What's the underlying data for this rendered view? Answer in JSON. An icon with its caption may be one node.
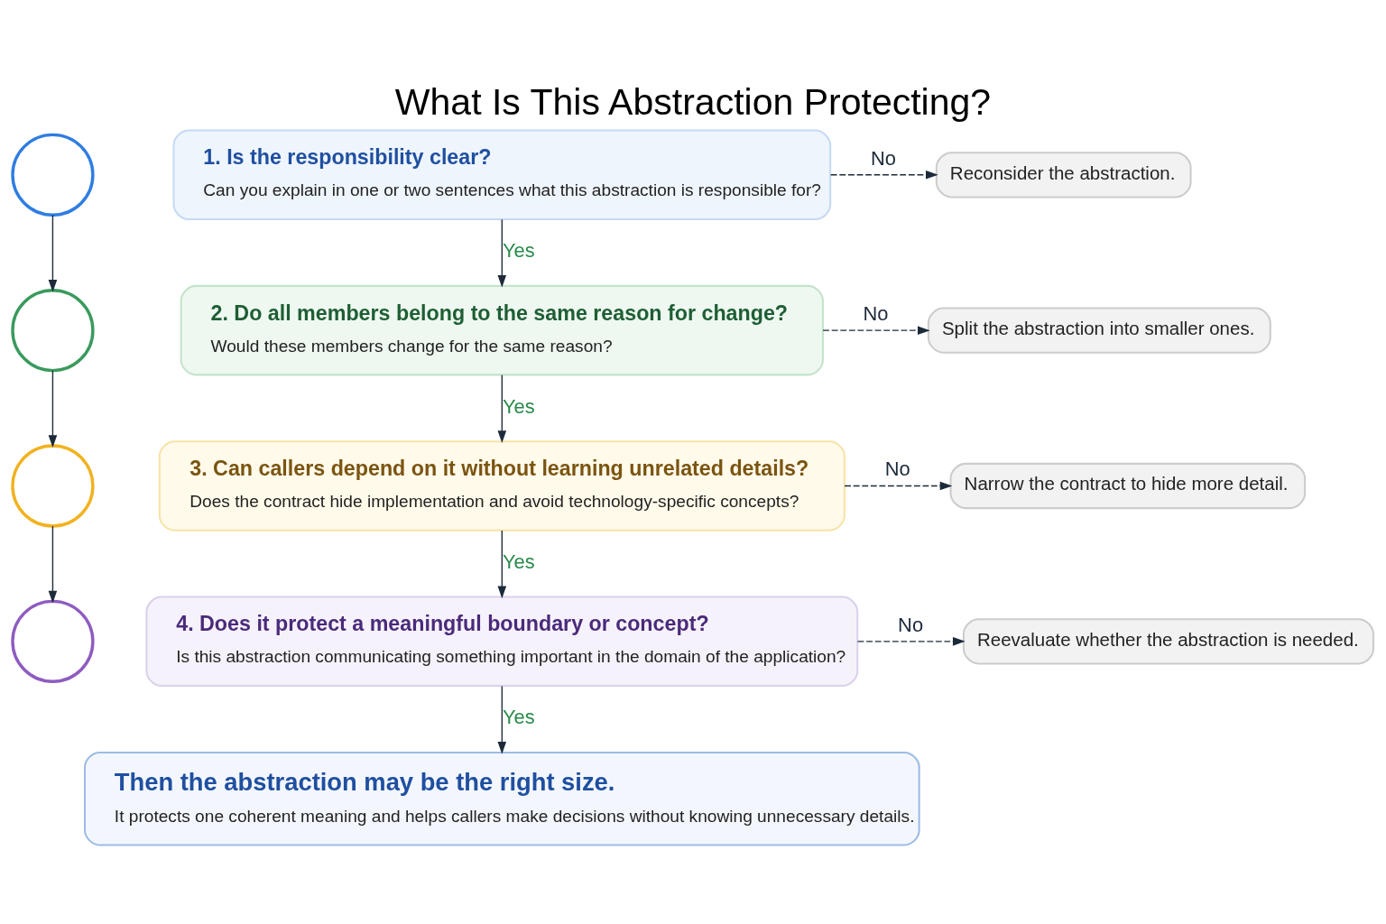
{
  "diagram": {
    "title": "What Is This Abstraction Protecting?",
    "nodes": [
      {
        "text": [],
        "shape": "circle"
      },
      {
        "text": [
          "1. Is the responsibility clear?",
          "Can you explain in one or two sentences what this abstraction is responsible for?"
        ]
      },
      {
        "text": [
          "Reconsider the abstraction."
        ]
      },
      {
        "text": [],
        "shape": "circle"
      },
      {
        "text": [
          "2. Do all members belong to the same reason for change?",
          "Would these members change for the same reason?"
        ]
      },
      {
        "text": [
          "Split the abstraction into smaller ones."
        ]
      },
      {
        "text": [],
        "shape": "circle"
      },
      {
        "text": [
          "3. Can callers depend on it without learning unrelated details?",
          "Does the contract hide implementation and avoid technology-specific concepts?"
        ]
      },
      {
        "text": [
          "Narrow the contract to hide more detail."
        ]
      },
      {
        "text": [],
        "shape": "circle"
      },
      {
        "text": [
          "4. Does it protect a meaningful boundary or concept?",
          "Is this abstraction communicating something important in the domain of the application?"
        ]
      },
      {
        "text": [
          "Reevaluate whether the abstraction is needed."
        ]
      },
      {
        "text": [
          "Then the abstraction may be the right size.",
          "It protects one coherent meaning and helps callers make decisions without knowing unnecessary details."
        ]
      }
    ],
    "edges": [
      {
        "from": 0,
        "to": 3,
        "arrow": "to"
      },
      {
        "from": 3,
        "to": 6,
        "arrow": "to"
      },
      {
        "from": 6,
        "to": 9,
        "arrow": "to"
      },
      {
        "from": 1,
        "to": 2,
        "arrow": "to",
        "label": "No",
        "style": "dashed"
      },
      {
        "from": 1,
        "to": 4,
        "arrow": "to",
        "label": "Yes"
      },
      {
        "from": 4,
        "to": 5,
        "arrow": "to",
        "label": "No",
        "style": "dashed"
      },
      {
        "from": 4,
        "to": 7,
        "arrow": "to",
        "label": "Yes"
      },
      {
        "from": 7,
        "to": 8,
        "arrow": "to",
        "label": "No",
        "style": "dashed"
      },
      {
        "from": 7,
        "to": 10,
        "arrow": "to",
        "label": "Yes"
      },
      {
        "from": 10,
        "to": 11,
        "arrow": "to",
        "label": "No",
        "style": "dashed"
      },
      {
        "from": 10,
        "to": 12,
        "arrow": "to",
        "label": "Yes"
      }
    ]
  }
}
